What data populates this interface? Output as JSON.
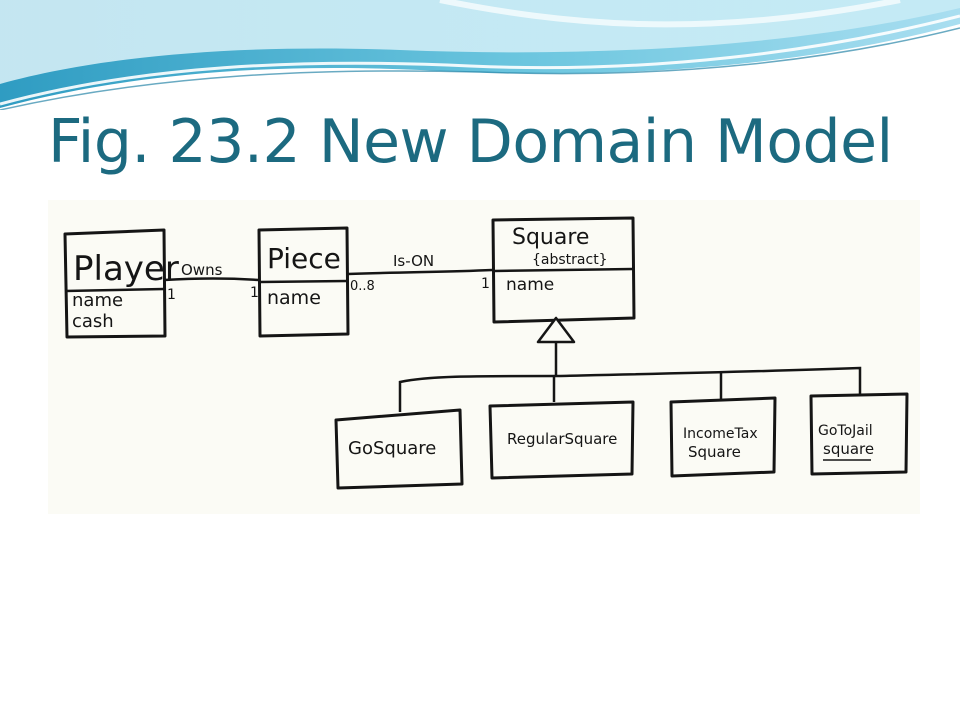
{
  "slide": {
    "title": "Fig. 23.2 New Domain Model"
  },
  "diagram": {
    "classes": {
      "player": {
        "name": "Player",
        "attributes": [
          "name",
          "cash"
        ]
      },
      "piece": {
        "name": "Piece",
        "attributes": [
          "name"
        ]
      },
      "square": {
        "name": "Square",
        "stereotype": "{abstract}",
        "attributes": [
          "name"
        ]
      },
      "go_square": {
        "name": "GoSquare"
      },
      "regular_square": {
        "name": "RegularSquare"
      },
      "income_tax_square": {
        "name_line1": "IncomeTax",
        "name_line2": "Square"
      },
      "go_to_jail_square": {
        "name_line1": "GoToJail",
        "name_line2": "square"
      }
    },
    "associations": {
      "owns": {
        "label": "Owns",
        "player_end": "1",
        "piece_end": "1"
      },
      "is_on": {
        "label": "Is-ON",
        "piece_end": "0..8",
        "square_end": "1"
      }
    },
    "colors": {
      "title": "#1c6a80",
      "ink": "#151515",
      "paper": "#fbfbf5",
      "wave_dark": "#3aa6c8",
      "wave_light": "#bfe6f2"
    }
  }
}
